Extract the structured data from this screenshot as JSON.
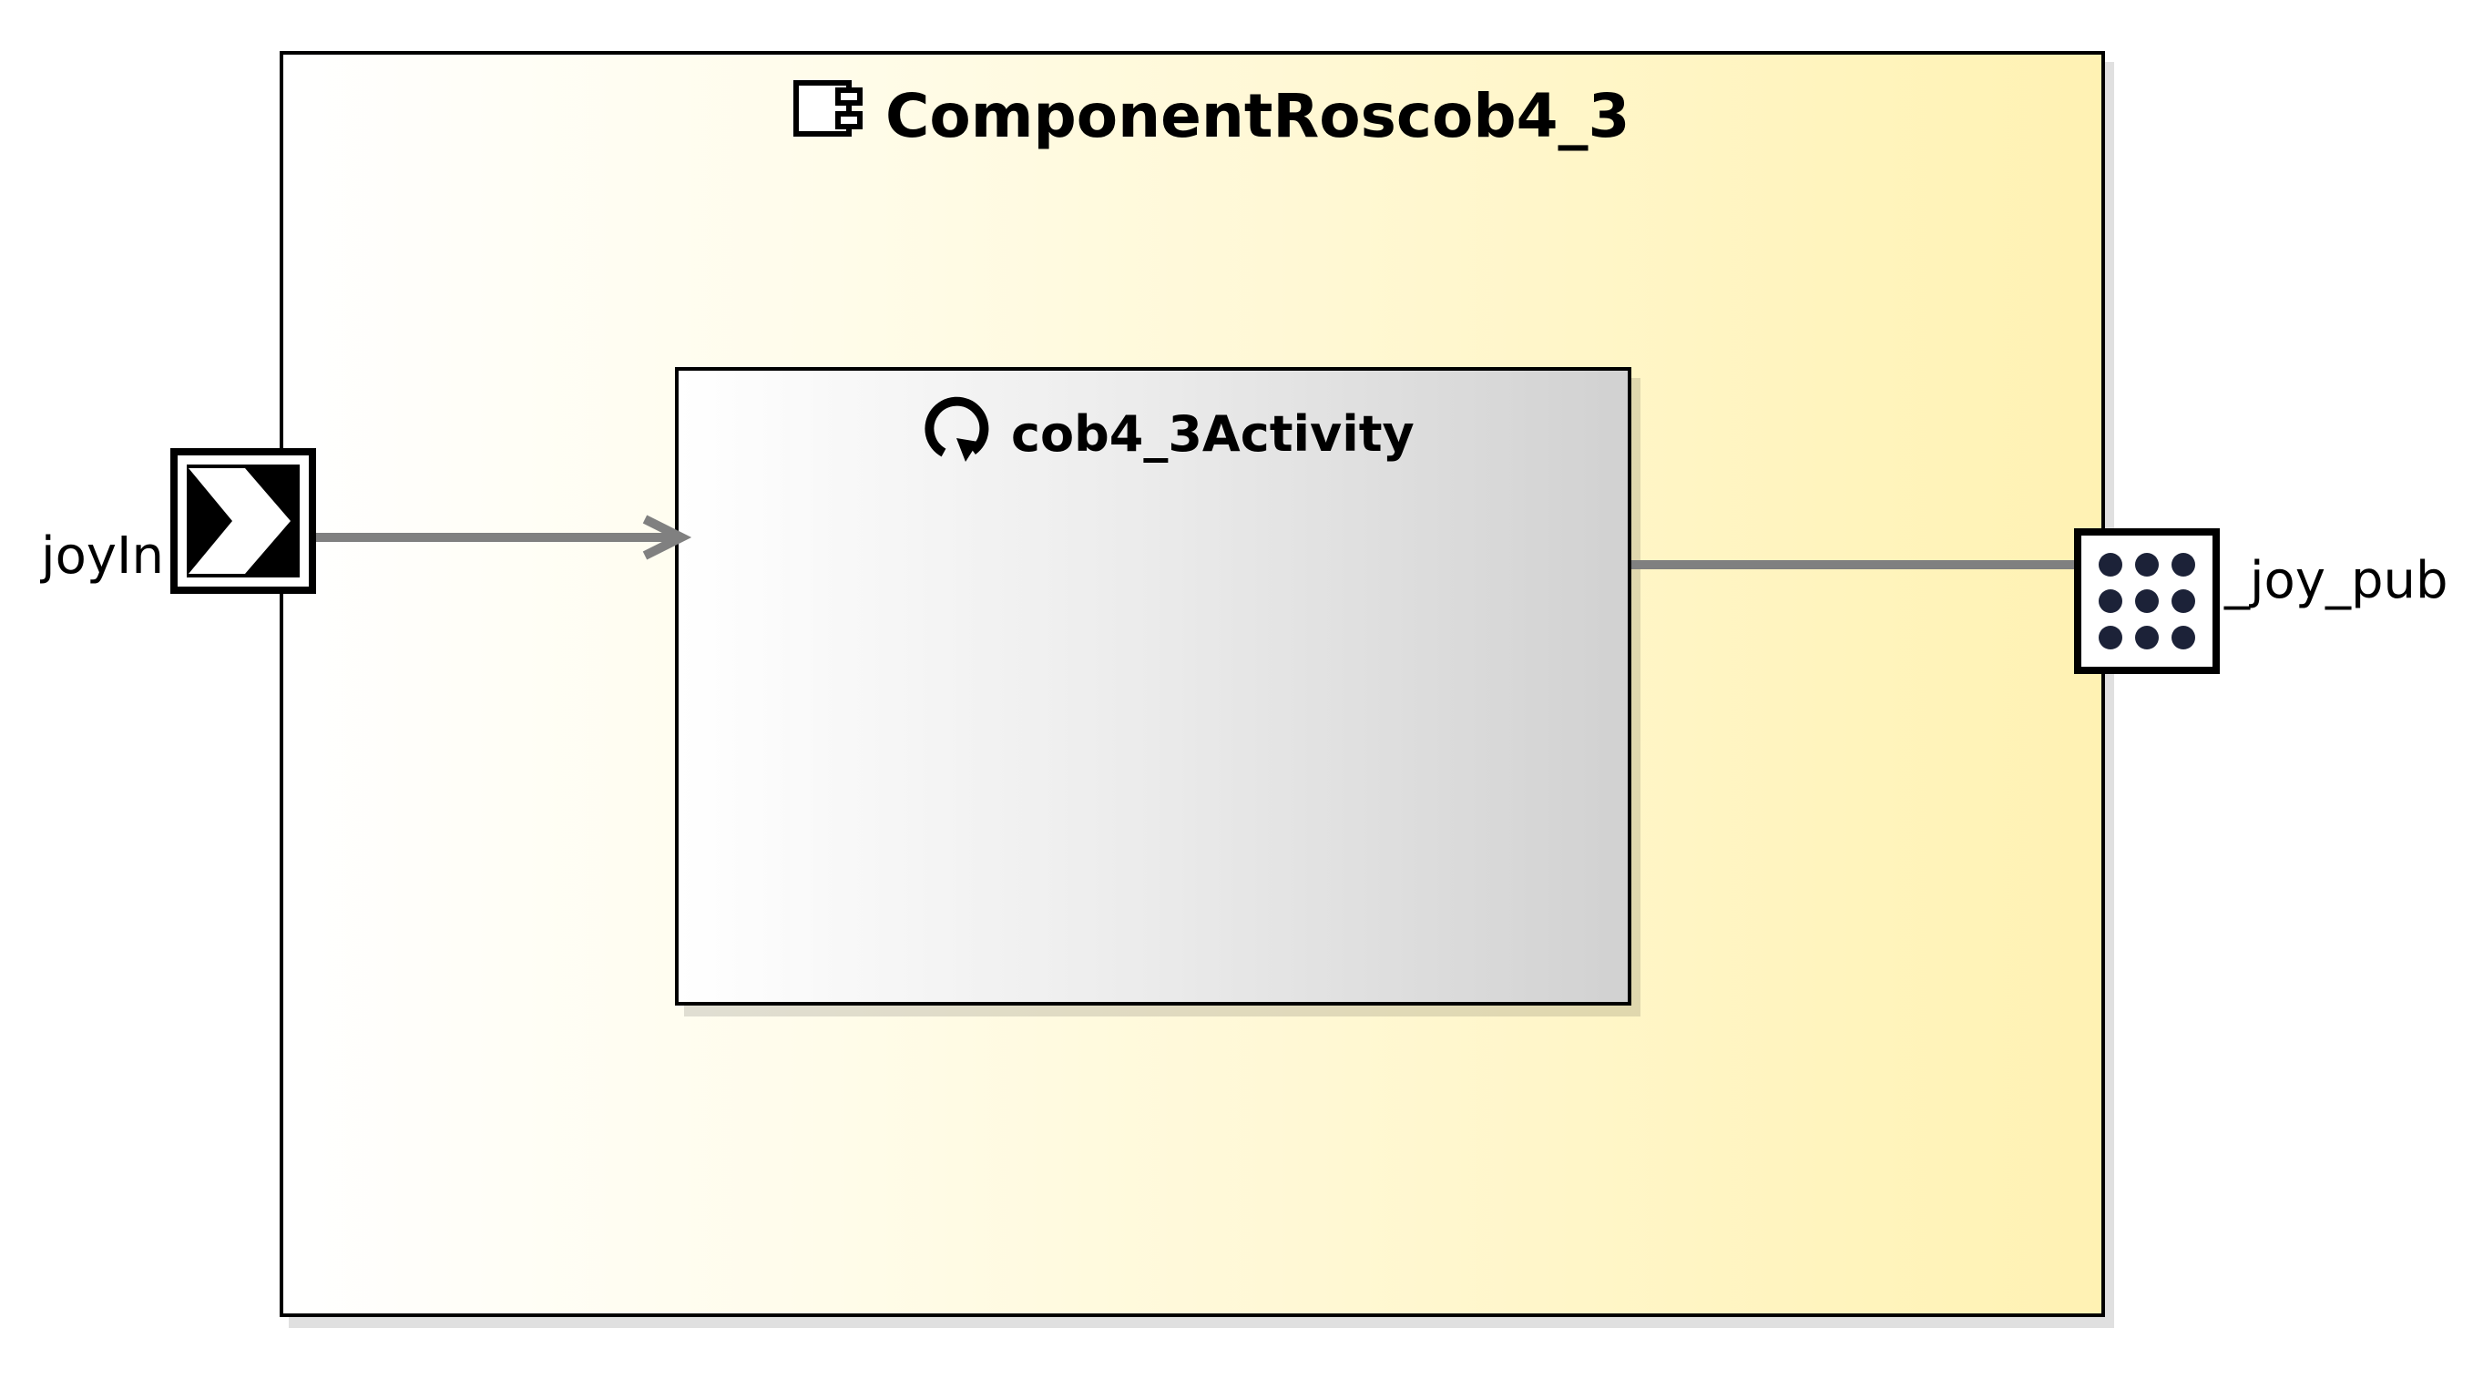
{
  "diagram": {
    "component": {
      "name": "ComponentRoscob4_3",
      "icon": "component-icon"
    },
    "activity": {
      "name": "cob4_3Activity",
      "icon": "activity-loop-icon"
    },
    "ports": {
      "input": {
        "name": "joyIn",
        "icon": "input-port-icon"
      },
      "output": {
        "name": "_joy_pub",
        "icon": "publisher-port-icon"
      }
    },
    "colors": {
      "component_fill_start": "#ffffff",
      "component_fill_end": "#fff2b3",
      "activity_fill_start": "#ffffff",
      "activity_fill_end": "#d1d1d1",
      "connector": "#808080",
      "border": "#000000"
    }
  }
}
